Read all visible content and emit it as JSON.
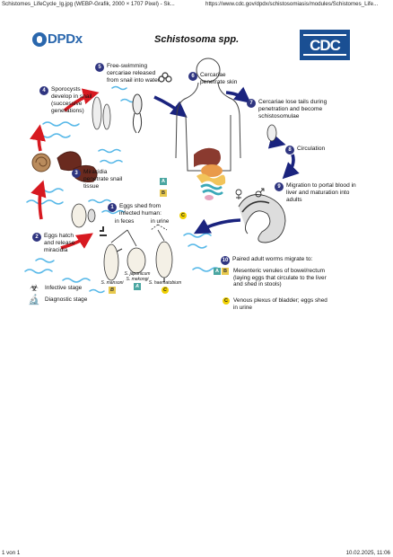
{
  "browser": {
    "page_title": "Schistomes_LifeCycle_lg.jpg (WEBP-Grafik, 2000 × 1707 Pixel) - Sk...",
    "url": "https://www.cdc.gov/dpdx/schistosomiasis/modules/Schistomes_Life...",
    "page_count": "1 von 1",
    "timestamp": "10.02.2025, 11:06"
  },
  "figure": {
    "brand_left": "DPDx",
    "title": "Schistosoma spp.",
    "brand_right": "CDC"
  },
  "stages": [
    {
      "number": "1",
      "text": "Eggs shed from infected human:"
    },
    {
      "number": "2",
      "text": "Eggs hatch and release miracidia"
    },
    {
      "number": "3",
      "text": "Miracidia penetrate snail tissue"
    },
    {
      "number": "4",
      "text": "Sporocysts develop in snail (successive generations)"
    },
    {
      "number": "5",
      "text": "Free-swimming cercariae released from snail into water"
    },
    {
      "number": "6",
      "text": "Cercariae penetrate skin"
    },
    {
      "number": "7",
      "text": "Cercariae lose tails during penetration and become schistosomulae"
    },
    {
      "number": "8",
      "text": "Circulation"
    },
    {
      "number": "9",
      "text": "Migration to portal blood in liver and maturation into adults"
    },
    {
      "number": "10",
      "text": "Paired adult worms migrate to:"
    }
  ],
  "egg_sources": {
    "feces": "in feces",
    "urine": "in urine"
  },
  "species": {
    "mansoni": "S. mansoni",
    "japonicum": "S. japonicum",
    "mekongi": "S. mekongi",
    "haematobium": "S. haematobium"
  },
  "tags": {
    "a": "A",
    "b": "B",
    "c": "C"
  },
  "destinations": {
    "bowel": "Mesenteric venules of bowel/rectum (laying eggs that circulate to the liver and shed in stools)",
    "bladder": "Venous plexus of bladder; eggs shed in urine"
  },
  "legend": {
    "infective": "Infective stage",
    "diagnostic": "Diagnostic stage"
  },
  "colors": {
    "brand_blue": "#2a67ad",
    "cdc_blue": "#1a4f93",
    "stage_number": "#2f3580",
    "cycle_red": "#d71920",
    "cycle_navy": "#1a237e",
    "water": "#57b8e8"
  }
}
